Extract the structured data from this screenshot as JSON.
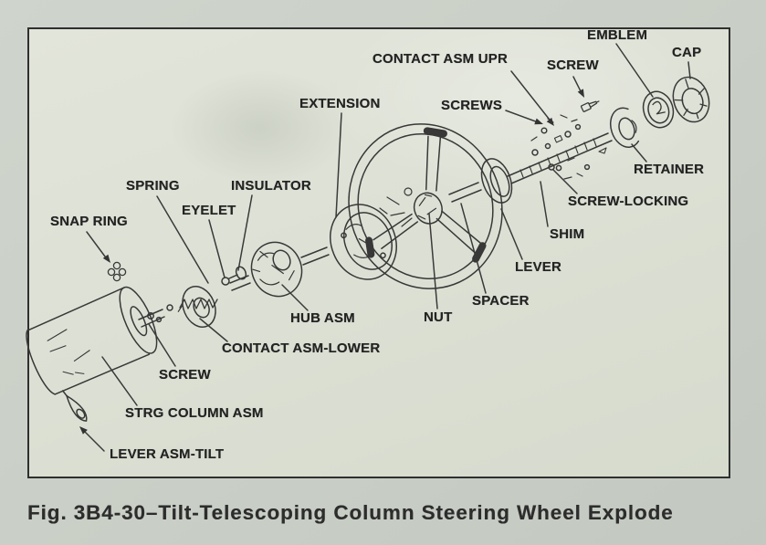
{
  "figure": {
    "caption": "Fig. 3B4-30–Tilt-Telescoping Column Steering Wheel Explode",
    "number": "3B4-30",
    "title": "Tilt-Telescoping Column Steering Wheel Explode"
  },
  "colors": {
    "page_background": "#c9cfc6",
    "panel_background": "#dde1d5",
    "ink": "#2f2f2f"
  },
  "labels": [
    {
      "id": "snap-ring",
      "text": "SNAP RING"
    },
    {
      "id": "spring",
      "text": "SPRING"
    },
    {
      "id": "eyelet",
      "text": "EYELET"
    },
    {
      "id": "insulator",
      "text": "INSULATOR"
    },
    {
      "id": "extension",
      "text": "EXTENSION"
    },
    {
      "id": "contact-asm-upr",
      "text": "CONTACT ASM UPR"
    },
    {
      "id": "screws",
      "text": "SCREWS"
    },
    {
      "id": "screw-upper",
      "text": "SCREW"
    },
    {
      "id": "emblem",
      "text": "EMBLEM"
    },
    {
      "id": "cap",
      "text": "CAP"
    },
    {
      "id": "retainer",
      "text": "RETAINER"
    },
    {
      "id": "screw-locking",
      "text": "SCREW-LOCKING"
    },
    {
      "id": "shim",
      "text": "SHIM"
    },
    {
      "id": "lever",
      "text": "LEVER"
    },
    {
      "id": "spacer",
      "text": "SPACER"
    },
    {
      "id": "nut",
      "text": "NUT"
    },
    {
      "id": "hub-asm",
      "text": "HUB ASM"
    },
    {
      "id": "contact-asm-lower",
      "text": "CONTACT ASM-LOWER"
    },
    {
      "id": "screw-lower",
      "text": "SCREW"
    },
    {
      "id": "strg-column-asm",
      "text": "STRG COLUMN ASM"
    },
    {
      "id": "lever-asm-tilt",
      "text": "LEVER ASM-TILT"
    }
  ]
}
